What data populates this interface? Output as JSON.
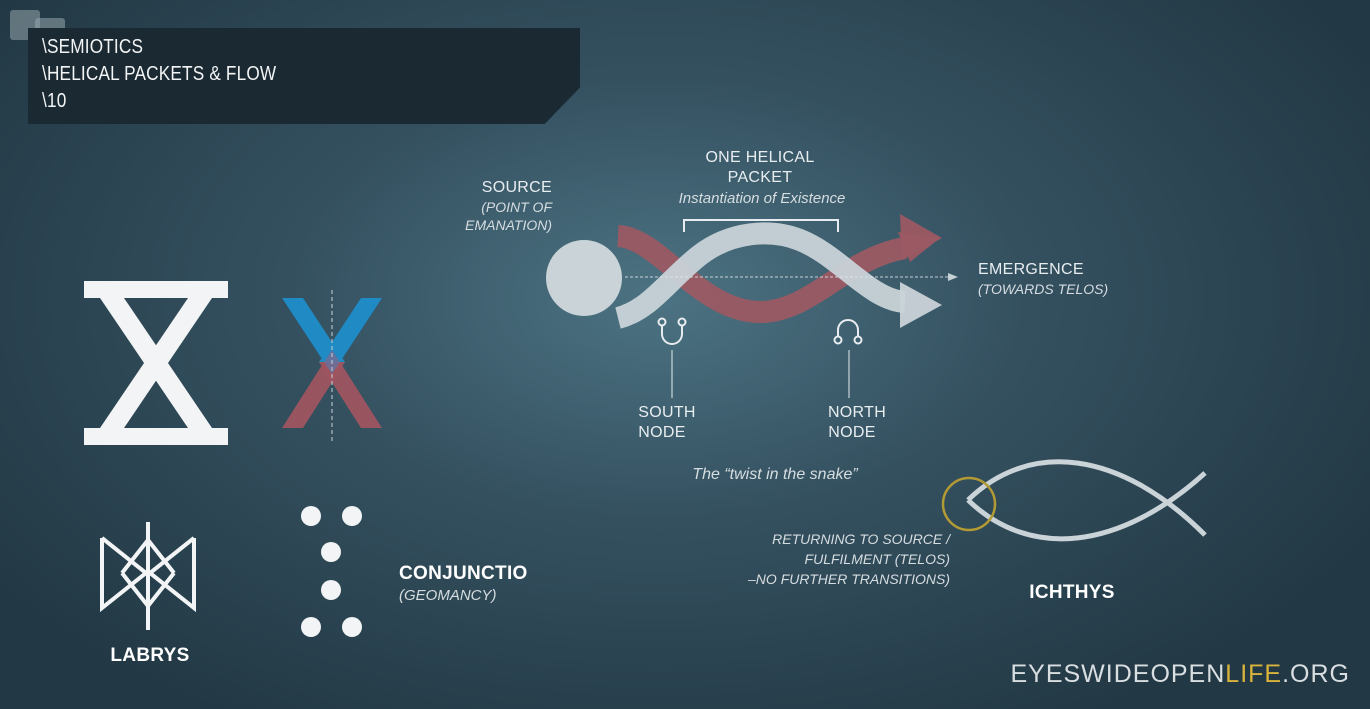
{
  "header": {
    "line1": "\\SEMIOTICS",
    "line2": "\\HELICAL PACKETS & FLOW",
    "line3": "\\10"
  },
  "helix": {
    "source_label": "SOURCE",
    "source_sub_1": "(POINT OF",
    "source_sub_2": "EMANATION)",
    "packet_label_1": "ONE HELICAL",
    "packet_label_2": "PACKET",
    "packet_sub": "Instantiation of Existence",
    "emergence_label": "EMERGENCE",
    "emergence_sub": "(TOWARDS TELOS)",
    "south_node_1": "SOUTH",
    "south_node_2": "NODE",
    "north_node_1": "NORTH",
    "north_node_2": "NODE",
    "caption": "The “twist in the snake”",
    "colors": {
      "white_strand": "#c9d3d8",
      "red_strand": "#9b5a63"
    }
  },
  "symbols": {
    "labrys_label": "LABRYS",
    "conjunctio_label": "CONJUNCTIO",
    "conjunctio_sub": "(GEOMANCY)",
    "ichthys_label": "ICHTHYS",
    "ichthys_note_1": "RETURNING TO SOURCE /",
    "ichthys_note_2": "FULFILMENT (TELOS)",
    "ichthys_note_3": "–NO FURTHER TRANSITIONS)",
    "colors": {
      "blue": "#1f8ac4",
      "red": "#a15560",
      "gold": "#b29a35"
    }
  },
  "footer": {
    "site_part1": "EYESWIDEOPEN",
    "site_part2": "LIFE",
    "site_part3": ".ORG",
    "accent_color": "#d9b33b"
  }
}
